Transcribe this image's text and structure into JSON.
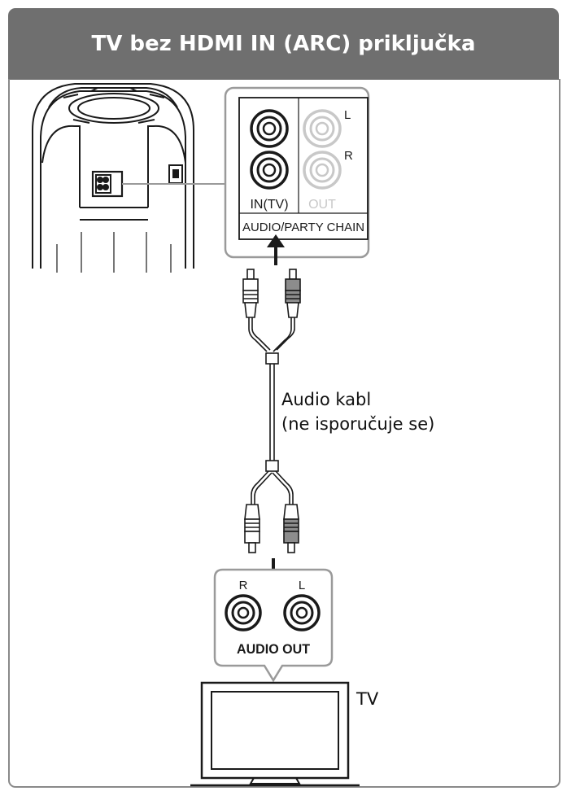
{
  "header": {
    "title": "TV bez HDMI IN (ARC) priključka"
  },
  "speaker_panel": {
    "label_l": "L",
    "label_r": "R",
    "label_in": "IN(TV)",
    "label_out": "OUT",
    "label_section": "AUDIO/PARTY CHAIN"
  },
  "cable": {
    "caption_line1": "Audio kabl",
    "caption_line2": "(ne isporučuje se)"
  },
  "tv_panel": {
    "label_r": "R",
    "label_l": "L",
    "label_section": "AUDIO OUT"
  },
  "tv": {
    "label": "TV"
  },
  "colors": {
    "header_bg": "#6f6f6f",
    "panel_border": "#9a9a9a",
    "jack_active": "#1a1a1a",
    "jack_inactive": "#c8c8c8",
    "plug_dark": "#8c8c8c"
  }
}
